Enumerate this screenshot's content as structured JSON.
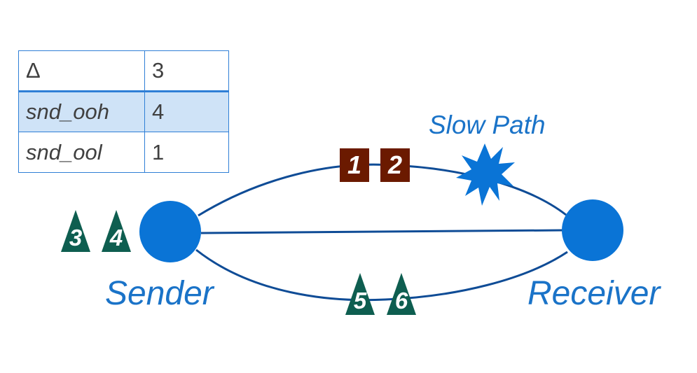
{
  "table": [
    {
      "key": "Δ",
      "value": "3",
      "italic": false
    },
    {
      "key": "snd_ooh",
      "value": "4",
      "italic": true
    },
    {
      "key": "snd_ool",
      "value": "1",
      "italic": true
    }
  ],
  "labels": {
    "sender": "Sender",
    "receiver": "Receiver",
    "slow_path": "Slow Path"
  },
  "packets": {
    "delayed": [
      "1",
      "2"
    ],
    "queued_at_sender": [
      "3",
      "4"
    ],
    "bottom_path": [
      "5",
      "6"
    ]
  },
  "colors": {
    "link": "#0f4c96",
    "node": "#0a74d6",
    "text_accent": "#1a73c8",
    "square_packet": "#6b1a00",
    "triangle_packet": "#0e5e50",
    "table_border": "#2f7fd6",
    "table_highlight": "#cfe3f7"
  }
}
